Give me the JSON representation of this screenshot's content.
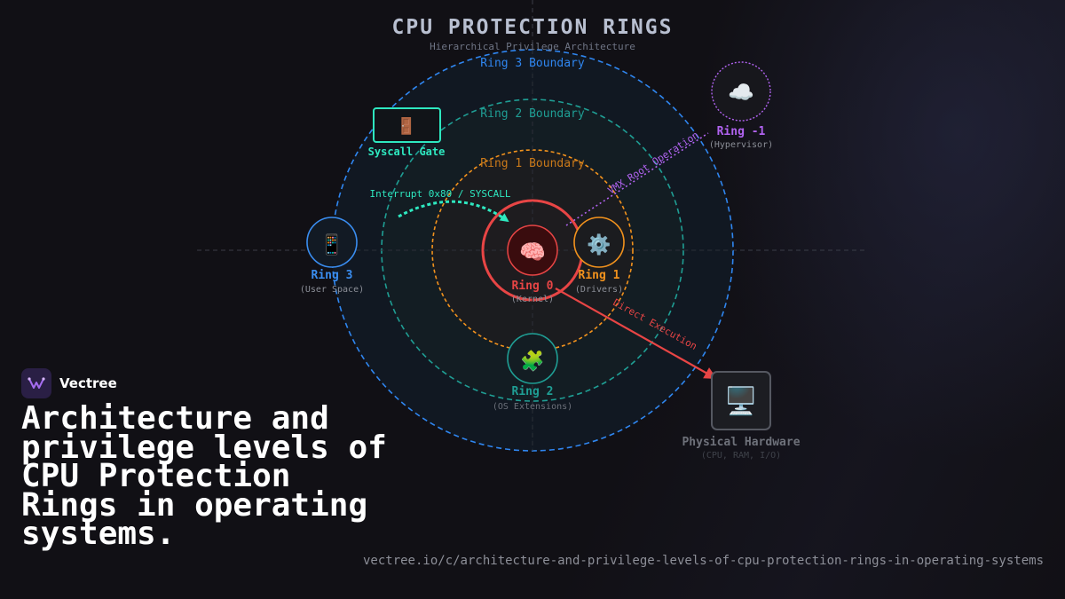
{
  "header": {
    "title": "CPU PROTECTION RINGS",
    "subtitle": "Hierarchical Privilege Architecture"
  },
  "boundaries": {
    "ring3": "Ring 3 Boundary",
    "ring2": "Ring 2 Boundary",
    "ring1": "Ring 1 Boundary"
  },
  "nodes": {
    "ring0": {
      "icon": "brain-icon",
      "glyph": "🧠",
      "label": "Ring 0",
      "sub": "(Kernel)",
      "color": "#e84545"
    },
    "ring1": {
      "icon": "gear-icon",
      "glyph": "⚙️",
      "label": "Ring 1",
      "sub": "(Drivers)",
      "color": "#f2921d"
    },
    "ring2": {
      "icon": "puzzle-icon",
      "glyph": "🧩",
      "label": "Ring 2",
      "sub": "(OS Extensions)",
      "color": "#1f9e94"
    },
    "ring3": {
      "icon": "mobile-phone-icon",
      "glyph": "📱",
      "label": "Ring 3",
      "sub": "(User Space)",
      "color": "#3a8df0"
    },
    "hypervisor": {
      "icon": "cloud-icon",
      "glyph": "☁️",
      "label": "Ring -1",
      "sub": "(Hypervisor)",
      "color": "#b163f0"
    },
    "hardware": {
      "icon": "desktop-computer-icon",
      "glyph": "🖥️",
      "label": "Physical Hardware",
      "sub": "(CPU, RAM, I/O)",
      "color": "#7a7d86"
    },
    "syscall": {
      "icon": "door-icon",
      "glyph": "🚪",
      "label": "Syscall Gate",
      "color": "#2ee8c0"
    }
  },
  "arrows": {
    "interrupt": "Interrupt 0x80 / SYSCALL",
    "vmx": "VMX Root Operation",
    "direct": "Direct Execution"
  },
  "brand": {
    "name": "Vectree"
  },
  "headline": "Architecture and privilege levels of CPU Protection Rings in operating systems.",
  "url": "vectree.io/c/architecture-and-privilege-levels-of-cpu-protection-rings-in-operating-systems"
}
